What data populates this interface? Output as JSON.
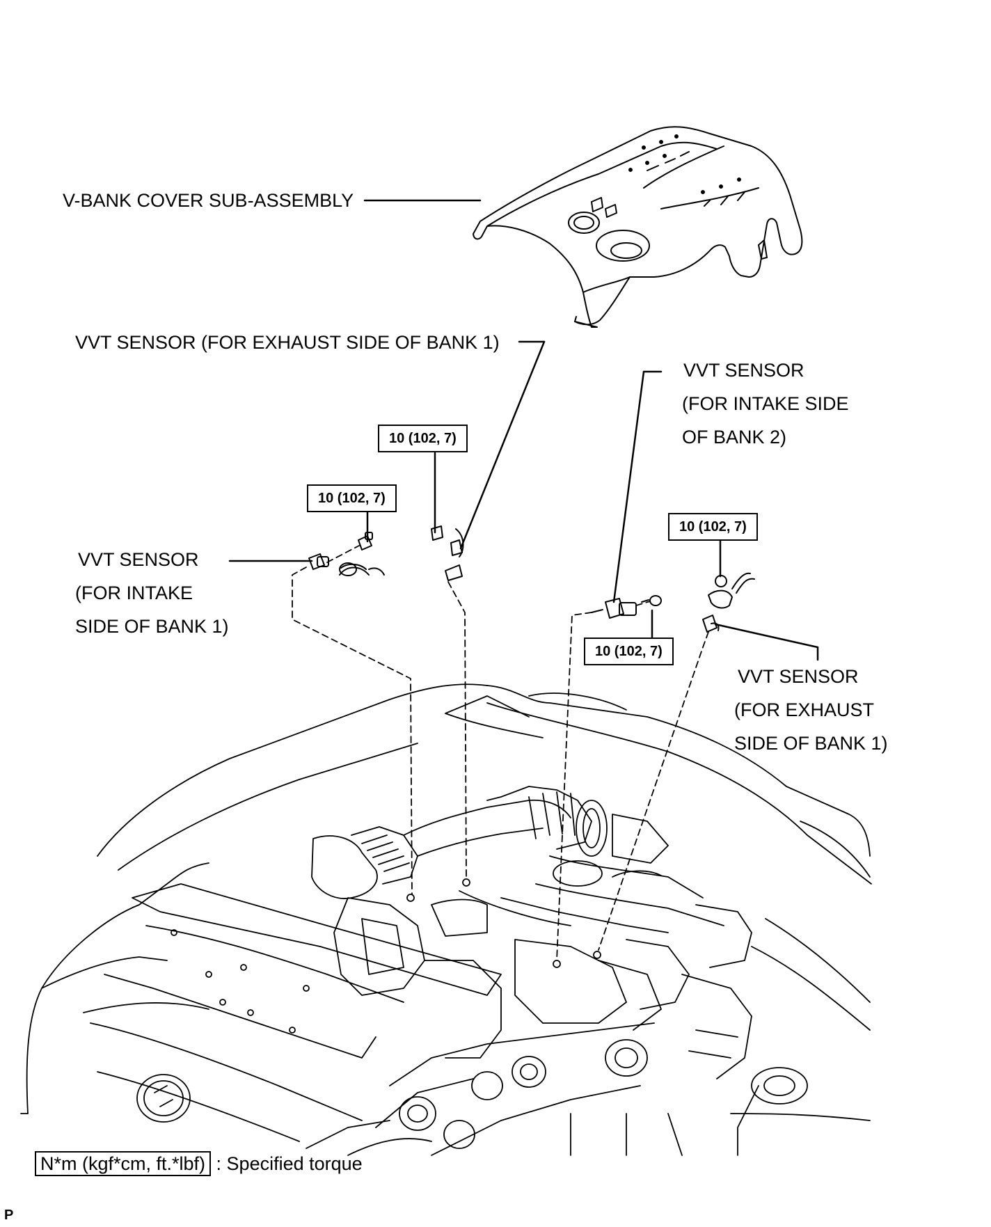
{
  "labels": {
    "vbank_cover": "V-BANK COVER SUB-ASSEMBLY",
    "vvt_exhaust_b1_top": "VVT SENSOR (FOR EXHAUST SIDE OF BANK 1)",
    "vvt_intake_b2": [
      "VVT SENSOR",
      "(FOR INTAKE SIDE",
      "OF BANK 2)"
    ],
    "vvt_intake_b1": [
      "VVT SENSOR",
      "(FOR INTAKE",
      "SIDE OF BANK 1)"
    ],
    "vvt_exhaust_b1_right": [
      "VVT SENSOR",
      "(FOR EXHAUST",
      "SIDE OF BANK 1)"
    ]
  },
  "torque_specs": [
    "10 (102, 7)",
    "10 (102, 7)",
    "10 (102, 7)",
    "10 (102, 7)"
  ],
  "legend": {
    "box_text": "N*m (kgf*cm, ft.*lbf)",
    "description": ": Specified torque"
  },
  "corner_mark": "P"
}
